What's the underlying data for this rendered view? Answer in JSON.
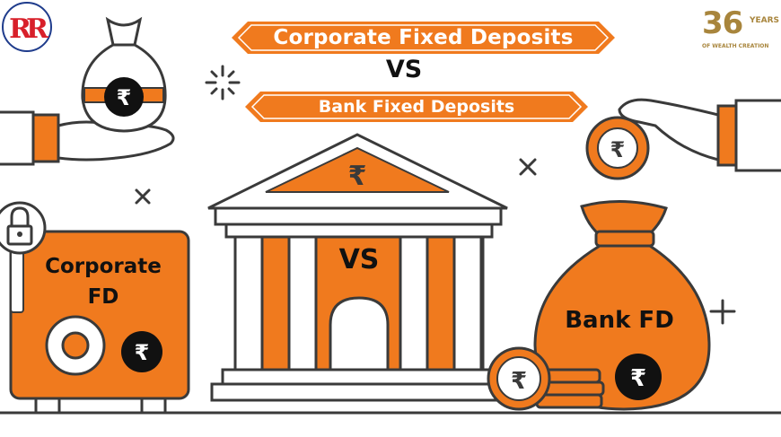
{
  "title": {
    "top_banner": "Corporate Fixed Deposits",
    "vs": "VS",
    "bottom_banner": "Bank Fixed Deposits"
  },
  "bank": {
    "label": "VS"
  },
  "safe": {
    "label_line1": "Corporate",
    "label_line2": "FD"
  },
  "bag": {
    "label": "Bank FD"
  },
  "logo": {
    "number": "36",
    "years": "YEARS",
    "tagline": "OF WEALTH CREATION"
  },
  "currency_symbol": "₹",
  "colors": {
    "orange": "#f07a1e",
    "outline": "#3a3a3a",
    "dark": "#111111",
    "gold": "#a8853c",
    "brand_red": "#d8202a",
    "brand_blue": "#1f3c8c"
  },
  "icons": [
    "brand-logo-icon",
    "money-bag-icon",
    "hand-icon",
    "lock-icon",
    "safe-icon",
    "bank-icon",
    "coin-icon",
    "sparkle-icon",
    "cross-icon",
    "plus-icon"
  ]
}
